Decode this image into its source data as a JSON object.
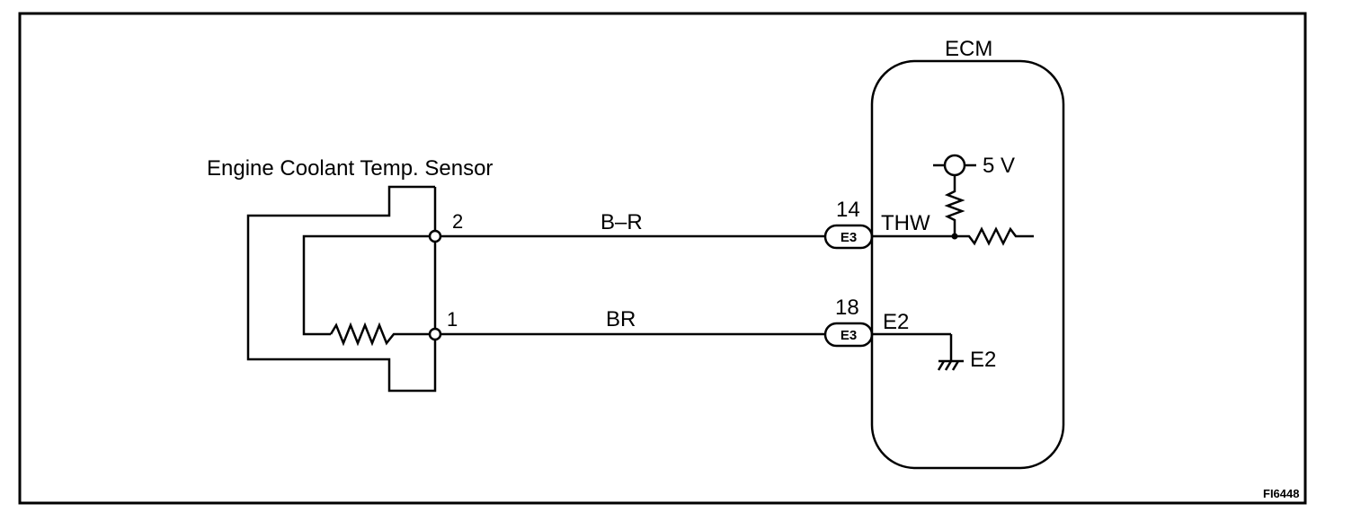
{
  "sensor": {
    "label": "Engine Coolant Temp. Sensor",
    "pin2": "2",
    "pin1": "1"
  },
  "wires": {
    "upper_color": "B–R",
    "lower_color": "BR"
  },
  "connectors": {
    "upper": {
      "pin": "14",
      "code": "E3"
    },
    "lower": {
      "pin": "18",
      "code": "E3"
    }
  },
  "ecm": {
    "title": "ECM",
    "supply": "5 V",
    "thw": "THW",
    "e2_terminal": "E2",
    "e2_ground": "E2"
  },
  "figure_code": "FI6448"
}
